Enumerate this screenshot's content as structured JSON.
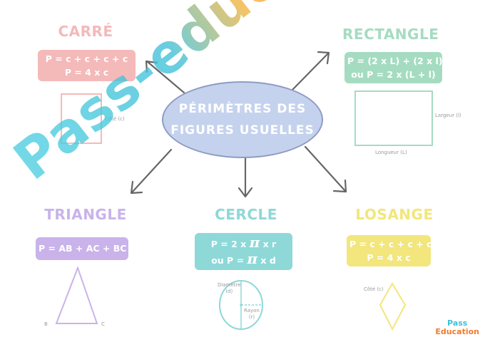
{
  "center": {
    "line1": "PÉRIMÈTRES DES",
    "line2": "FIGURES USUELLES"
  },
  "carre": {
    "title": "CARRÉ",
    "f1": "P = c + c + c + c",
    "f2": "P = 4 x c",
    "side_label": "Côté (c)",
    "color": "#f4b9b9"
  },
  "rectangle": {
    "title": "RECTANGLE",
    "f1": "P = (2 x L) + (2 x l)",
    "f2": "ou P = 2 x (L + l)",
    "width_label": "Largeur (l)",
    "length_label": "Longueur (L)",
    "color": "#a5dcc1"
  },
  "triangle": {
    "title": "TRIANGLE",
    "f1": "P = AB + AC + BC",
    "b": "B",
    "c": "C",
    "color": "#c9b3ea"
  },
  "cercle": {
    "title": "CERCLE",
    "f1a": "P = 2 x",
    "pi": "π",
    "f1b": "x r",
    "f2a": "ou P =",
    "f2b": "x d",
    "diam1": "Diamètre",
    "diam2": "(d)",
    "rayon1": "Rayon",
    "rayon2": "(r)",
    "color": "#8ed8d8"
  },
  "losange": {
    "title": "LOSANGE",
    "f1": "P = c + c + c + c",
    "f2": "P = 4 x c",
    "side_label": "Côté (c)",
    "color": "#f2e67c"
  },
  "watermark": "Pass-education",
  "logo": {
    "line1": "Pass",
    "line2": "Education"
  }
}
